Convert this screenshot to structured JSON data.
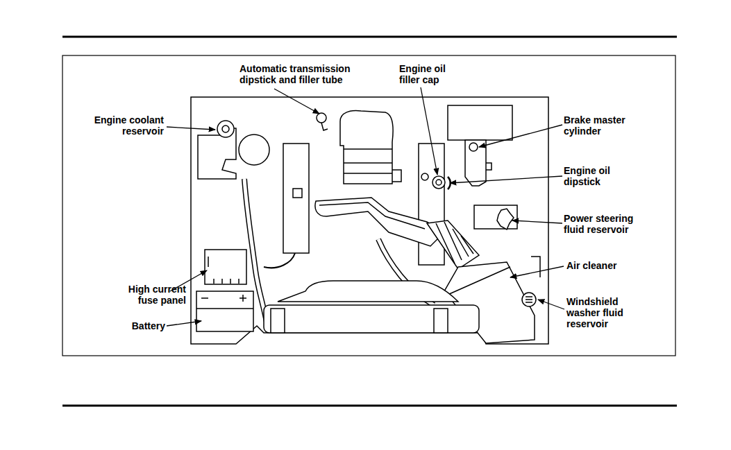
{
  "diagram": {
    "labels": [
      "Automatic transmission dipstick and filler tube",
      "Engine oil filler cap",
      "Engine coolant reservoir",
      "Brake master cylinder",
      "Engine oil dipstick",
      "Power steering fluid reservoir",
      "Air cleaner",
      "High current fuse panel",
      "Windshield washer fluid reservoir",
      "Battery"
    ]
  }
}
